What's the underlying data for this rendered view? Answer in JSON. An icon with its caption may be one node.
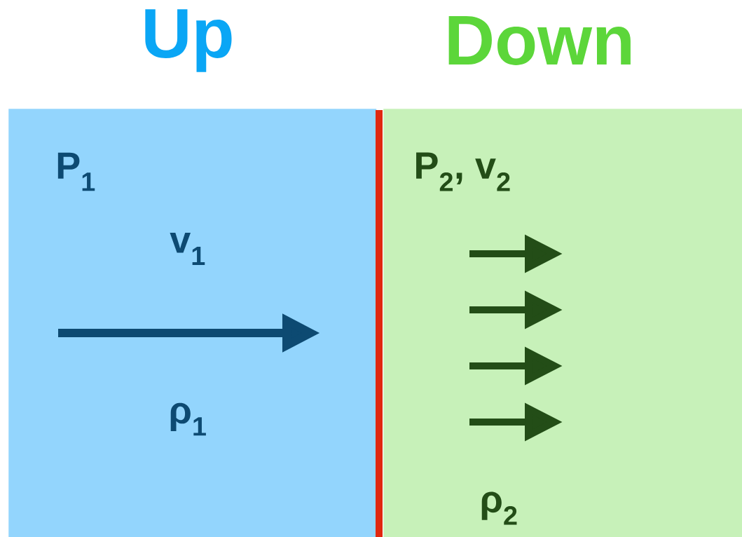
{
  "diagram": {
    "nodes": [
      {
        "text": [
          "Up",
          "P$_{1}$",
          "v$_{1}$",
          "ρ$_{1}$"
        ]
      },
      {
        "text": [
          "Down",
          "P$_{2}$, v$_{2}$",
          "ρ$_{2}$"
        ]
      }
    ],
    "edges": []
  }
}
